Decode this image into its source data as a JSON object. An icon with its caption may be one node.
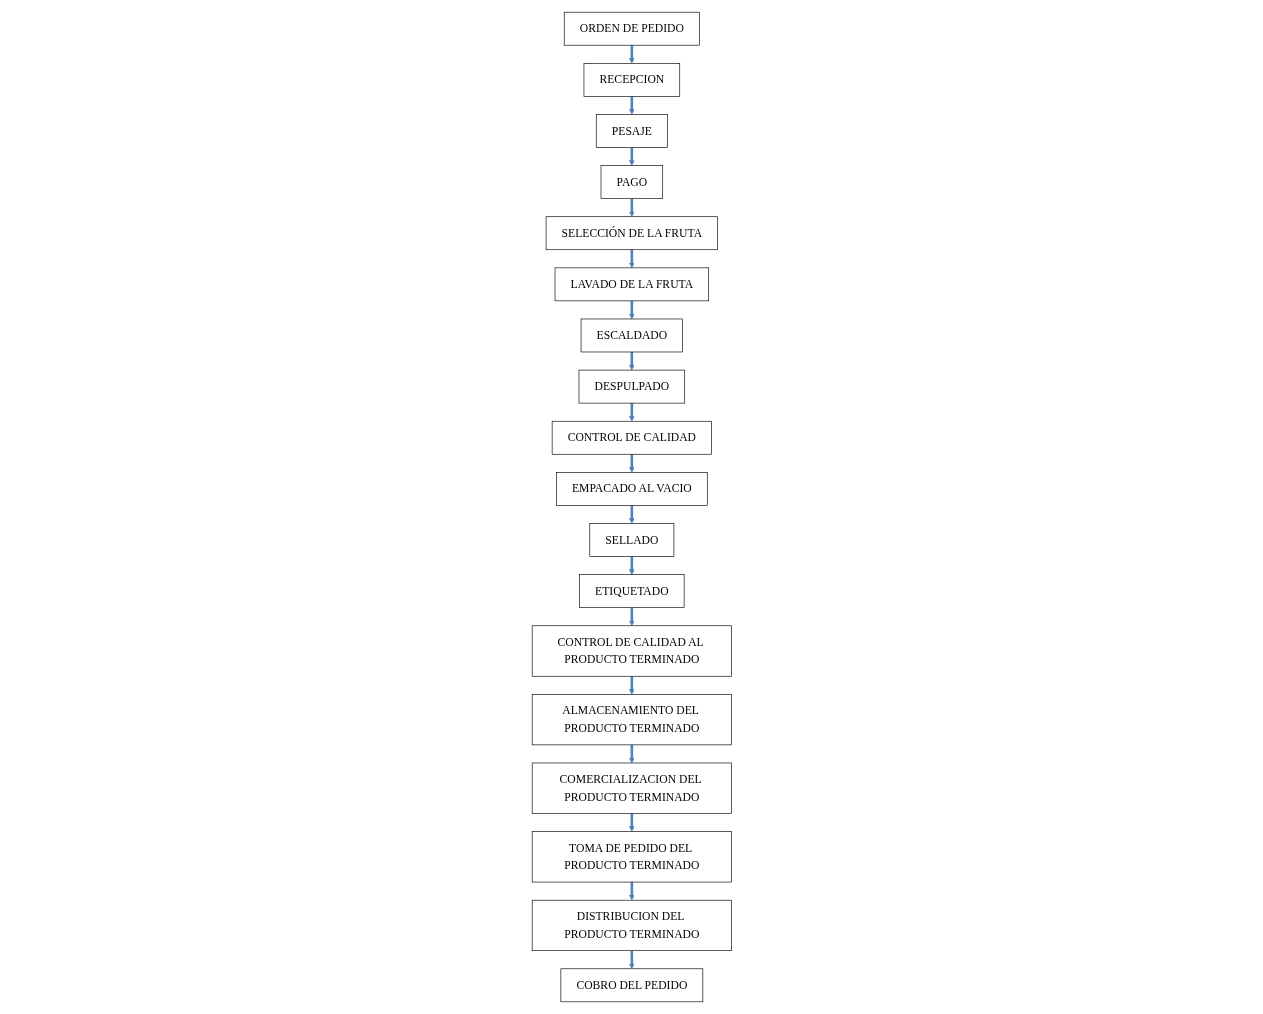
{
  "diagram": {
    "nodes": [
      {
        "text": [
          "ORDEN DE PEDIDO"
        ]
      },
      {
        "text": [
          "RECEPCION"
        ]
      },
      {
        "text": [
          "PESAJE"
        ]
      },
      {
        "text": [
          "PAGO"
        ]
      },
      {
        "text": [
          "SELECCIÓN DE LA FRUTA"
        ]
      },
      {
        "text": [
          "LAVADO DE LA FRUTA"
        ]
      },
      {
        "text": [
          "ESCALDADO"
        ]
      },
      {
        "text": [
          "DESPULPADO"
        ]
      },
      {
        "text": [
          "CONTROL DE CALIDAD"
        ]
      },
      {
        "text": [
          "EMPACADO AL VACIO"
        ]
      },
      {
        "text": [
          "SELLADO"
        ]
      },
      {
        "text": [
          "ETIQUETADO"
        ]
      },
      {
        "text": [
          "CONTROL DE CALIDAD AL PRODUCTO TERMINADO"
        ]
      },
      {
        "text": [
          "ALMACENAMIENTO DEL PRODUCTO TERMINADO"
        ]
      },
      {
        "text": [
          "COMERCIALIZACION DEL PRODUCTO TERMINADO"
        ]
      },
      {
        "text": [
          "TOMA DE PEDIDO DEL PRODUCTO TERMINADO"
        ]
      },
      {
        "text": [
          "DISTRIBUCION DEL PRODUCTO TERMINADO"
        ]
      },
      {
        "text": [
          "COBRO DEL PEDIDO"
        ]
      }
    ],
    "edges": [
      {
        "from": 0,
        "to": 1,
        "arrow": "to"
      },
      {
        "from": 1,
        "to": 2,
        "arrow": "to"
      },
      {
        "from": 2,
        "to": 3,
        "arrow": "to"
      },
      {
        "from": 3,
        "to": 4,
        "arrow": "to"
      },
      {
        "from": 4,
        "to": 5,
        "arrow": "to"
      },
      {
        "from": 5,
        "to": 6,
        "arrow": "to"
      },
      {
        "from": 6,
        "to": 7,
        "arrow": "to"
      },
      {
        "from": 7,
        "to": 8,
        "arrow": "to"
      },
      {
        "from": 8,
        "to": 9,
        "arrow": "to"
      },
      {
        "from": 9,
        "to": 10,
        "arrow": "to"
      },
      {
        "from": 10,
        "to": 11,
        "arrow": "to"
      },
      {
        "from": 11,
        "to": 12,
        "arrow": "to"
      },
      {
        "from": 12,
        "to": 13,
        "arrow": "to"
      },
      {
        "from": 13,
        "to": 14,
        "arrow": "to"
      },
      {
        "from": 14,
        "to": 15,
        "arrow": "to"
      },
      {
        "from": 15,
        "to": 16,
        "arrow": "to"
      },
      {
        "from": 16,
        "to": 17,
        "arrow": "to"
      }
    ]
  }
}
